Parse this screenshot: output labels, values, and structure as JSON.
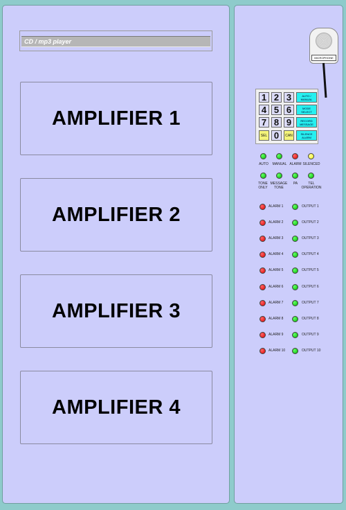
{
  "cd_player": {
    "label": "CD / mp3 player"
  },
  "amplifiers": [
    "AMPLIFIER 1",
    "AMPLIFIER 2",
    "AMPLIFIER 3",
    "AMPLIFIER 4"
  ],
  "microphone": {
    "label": "MICROPHONE"
  },
  "keypad": {
    "keys": [
      [
        "1",
        "2",
        "3"
      ],
      [
        "4",
        "5",
        "6"
      ],
      [
        "7",
        "8",
        "9"
      ],
      [
        "SEL",
        "0",
        "CAN"
      ]
    ],
    "functions": [
      "AUTO / MANUAL",
      "MODE SELECT",
      "RECORD MESSAGE",
      "SILENCE ALARM"
    ]
  },
  "status_leds": [
    {
      "label": "AUTO",
      "color": "green"
    },
    {
      "label": "MANUAL",
      "color": "green"
    },
    {
      "label": "ALARM",
      "color": "red"
    },
    {
      "label": "SILENCED",
      "color": "yellow"
    },
    {
      "label": "TONE ONLY",
      "color": "green"
    },
    {
      "label": "MESSAGE TONE",
      "color": "green"
    },
    {
      "label": "PA",
      "color": "green"
    },
    {
      "label": "TEL OPERATION",
      "color": "green"
    }
  ],
  "alarms": [
    "ALARM 1",
    "ALARM 2",
    "ALARM 3",
    "ALARM 4",
    "ALARM 5",
    "ALARM 6",
    "ALARM 7",
    "ALARM 8",
    "ALARM 9",
    "ALARM 10"
  ],
  "outputs": [
    "OUTPUT 1",
    "OUTPUT 2",
    "OUTPUT 3",
    "OUTPUT 4",
    "OUTPUT 5",
    "OUTPUT 6",
    "OUTPUT 7",
    "OUTPUT 8",
    "OUTPUT 9",
    "OUTPUT 10"
  ],
  "colors": {
    "panel": "#cccdfb",
    "frame": "#8ecbcb",
    "function_key": "#26f0f0",
    "yellow_key": "#f4f47a"
  }
}
